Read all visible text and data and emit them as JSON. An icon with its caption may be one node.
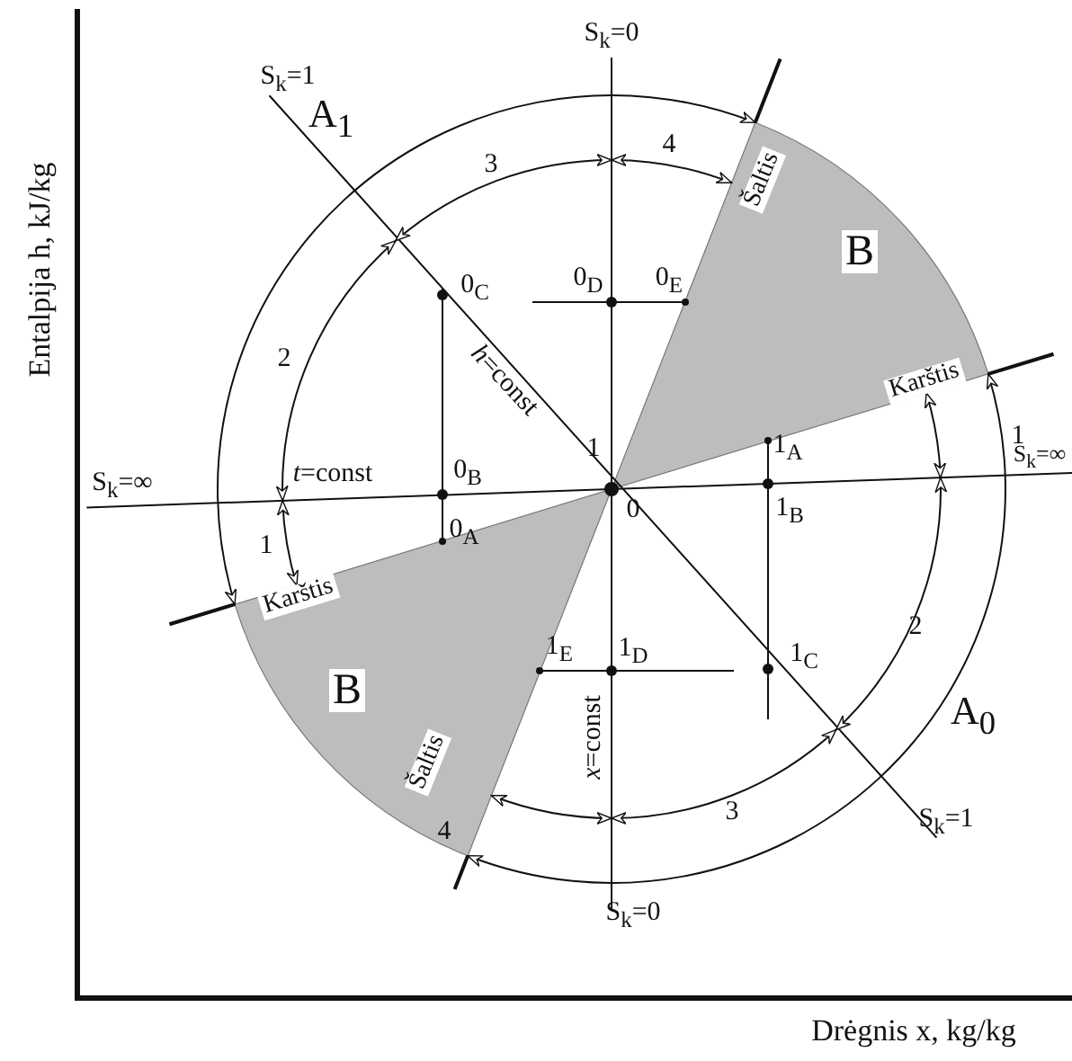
{
  "diagram": {
    "labels": [
      "Entalpija h, kJ/kg",
      "S$_{k}$=0",
      "S$_{k}$=1",
      "A$_{1}$",
      "4",
      "3",
      "Šaltis",
      "B",
      "0$_{C}$",
      "0$_{D}$",
      "0$_{E}$",
      "2",
      "*h*=const",
      "Karštis",
      "1",
      "1$_{A}$",
      "1",
      "S$_{k}$=∞",
      "*t*=const",
      "0$_{B}$",
      "S$_{k}$=∞",
      "0",
      "1$_{B}$",
      "0$_{A}$",
      "1",
      "Karštis",
      "B",
      "1$_{E}$",
      "1$_{D}$",
      "2",
      "1$_{C}$",
      "*x*=const",
      "A$_{0}$",
      "Šaltis",
      "3",
      "4",
      "S$_{k}$=1",
      "S$_{k}$=0",
      "Drėgnis x, kg/kg"
    ]
  }
}
